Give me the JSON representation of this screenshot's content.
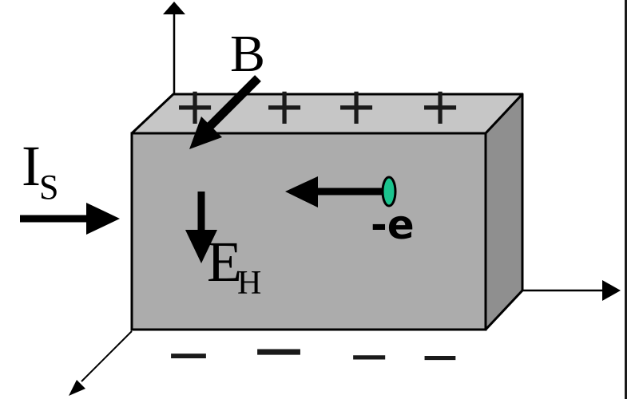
{
  "figure": {
    "description": "Hall effect diagram: conductor slab with current, magnetic field, Hall field and drifting electron",
    "labels": {
      "magnetic_field": "B",
      "current_symbol": "I",
      "current_subscript": "S",
      "hall_field_symbol": "E",
      "hall_field_subscript": "H",
      "electron_charge": "-e"
    },
    "charges": {
      "plus": [
        "+",
        "+",
        "+",
        "+"
      ],
      "minus": [
        "−",
        "−",
        "−",
        "−"
      ]
    },
    "colors": {
      "background": "#ffffff",
      "slab_front": "#acacac",
      "slab_top": "#c6c6c6",
      "slab_right": "#8f8f8f",
      "electron_fill": "#1bc48e",
      "ink": "#000000",
      "border": "#1a1a1a"
    }
  }
}
